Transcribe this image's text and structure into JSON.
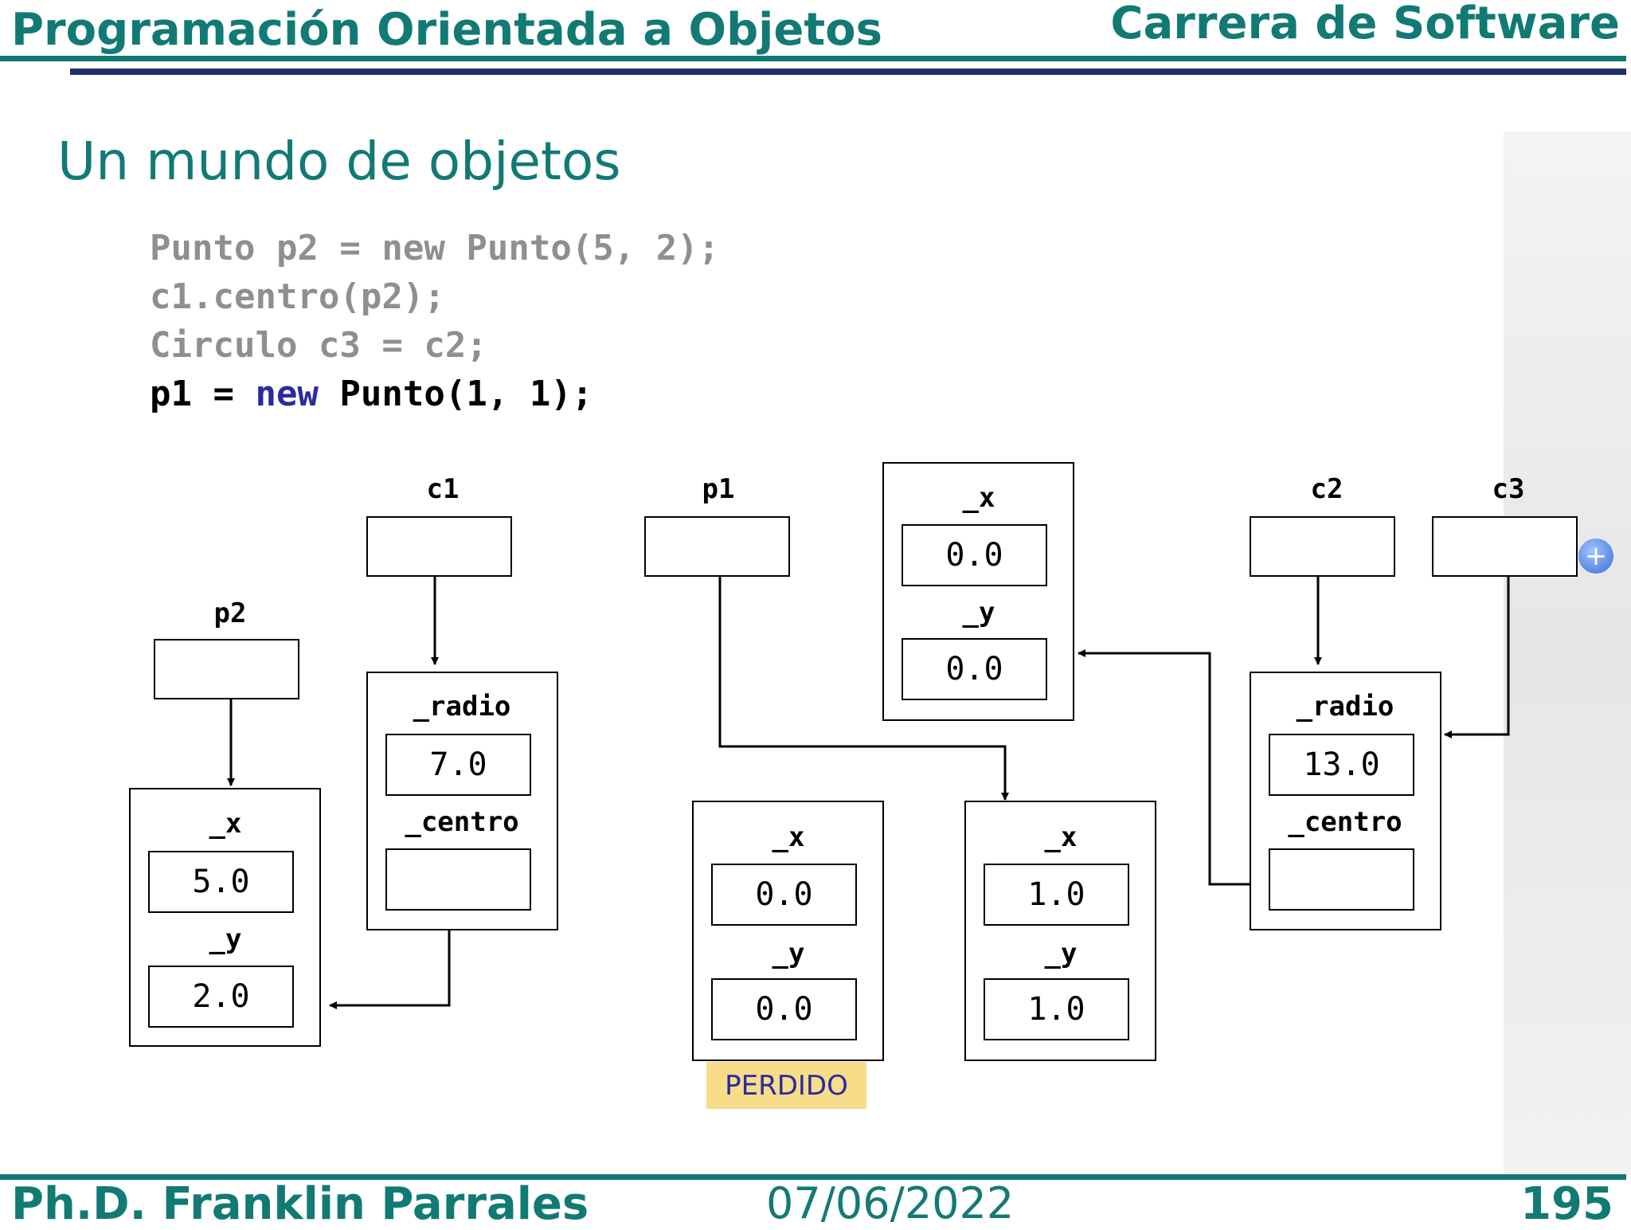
{
  "header": {
    "course": "Programación Orientada a Objetos",
    "program": "Carrera de Software"
  },
  "slide_title": "Un mundo de objetos",
  "code": {
    "line1": "Punto p2 = new Punto(5, 2);",
    "line2": "c1.centro(p2);",
    "line3": "Circulo c3 = c2;",
    "line4_a": "p1 = ",
    "line4_kw": "new",
    "line4_b": " Punto(1, 1);"
  },
  "diagram": {
    "refs": {
      "c1": "c1",
      "p1": "p1",
      "p2": "p2",
      "c2": "c2",
      "c3": "c3"
    },
    "circle_c1": {
      "f1": "_radio",
      "v1": "7.0",
      "f2": "_centro"
    },
    "circle_c2": {
      "f1": "_radio",
      "v1": "13.0",
      "f2": "_centro"
    },
    "point_p2": {
      "f1": "_x",
      "v1": "5.0",
      "f2": "_y",
      "v2": "2.0"
    },
    "point_lost": {
      "f1": "_x",
      "v1": "0.0",
      "f2": "_y",
      "v2": "0.0"
    },
    "point_p1": {
      "f1": "_x",
      "v1": "1.0",
      "f2": "_y",
      "v2": "1.0"
    },
    "point_top": {
      "f1": "_x",
      "v1": "0.0",
      "f2": "_y",
      "v2": "0.0"
    },
    "lost_label": "PERDIDO"
  },
  "footer": {
    "author": "Ph.D. Franklin Parrales",
    "date": "07/06/2022",
    "page": "195"
  },
  "colors": {
    "teal": "#127a74",
    "navy": "#1f2f6e",
    "keyword": "#2b2aa0",
    "highlight": "#f7dc8a",
    "gray_code": "#8f8f8f"
  }
}
